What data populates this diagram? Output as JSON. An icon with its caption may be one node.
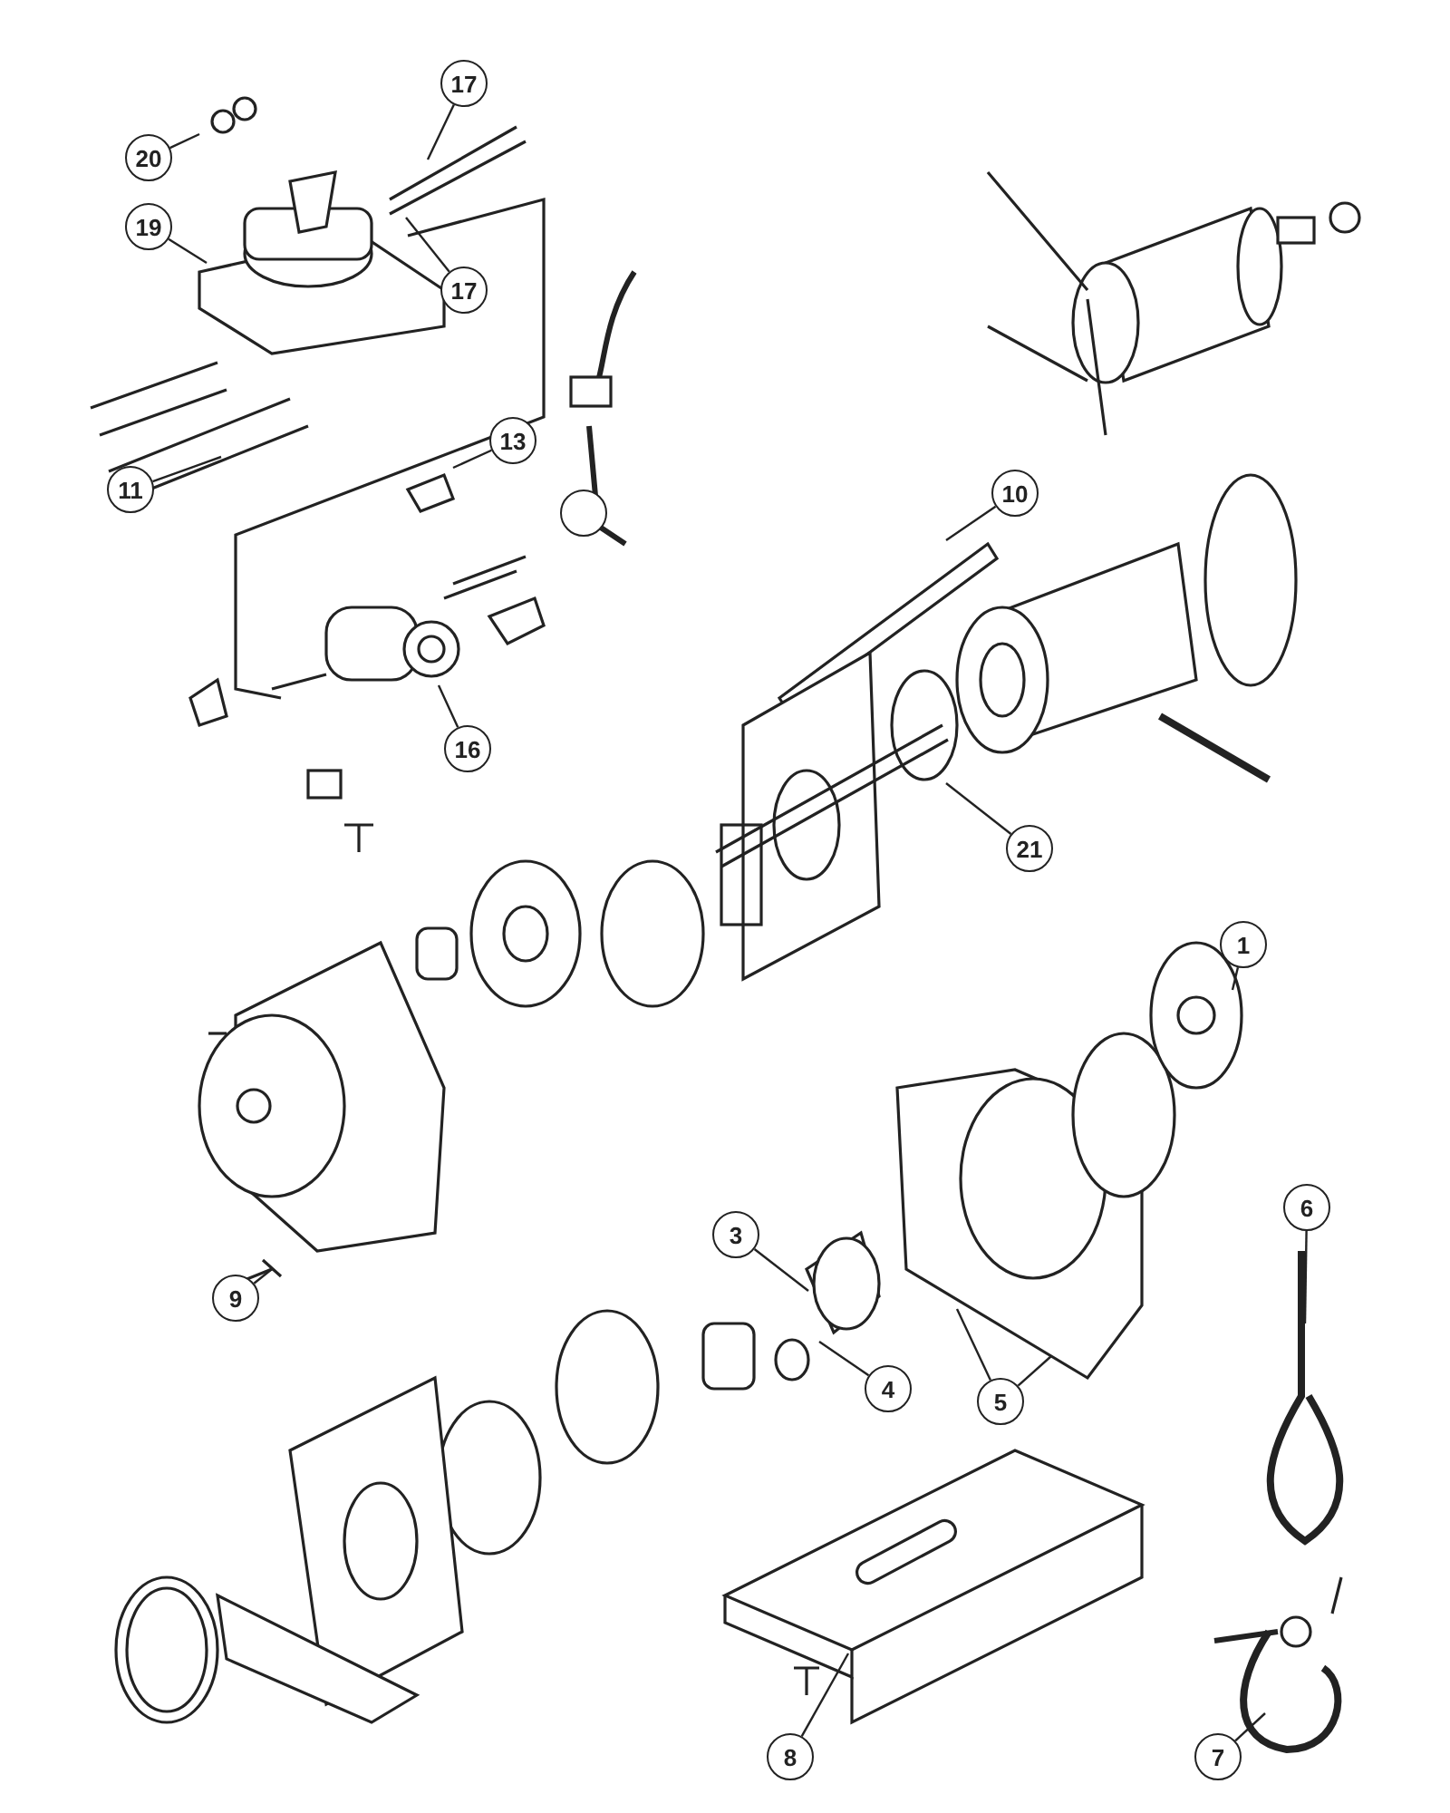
{
  "diagram": {
    "nodes": [
      {
        "text": [
          "20"
        ]
      },
      {
        "text": [
          "19"
        ]
      },
      {
        "text": [
          "17"
        ]
      },
      {
        "text": [
          "17"
        ]
      },
      {
        "text": [
          "11"
        ]
      },
      {
        "text": [
          "13"
        ]
      },
      {
        "text": [],
        "shape": "circle"
      },
      {
        "text": [
          "16"
        ]
      },
      {
        "text": [
          "10"
        ]
      },
      {
        "text": [
          "21"
        ]
      },
      {
        "text": [
          "1"
        ]
      },
      {
        "text": [
          "3"
        ]
      },
      {
        "text": [
          "4"
        ]
      },
      {
        "text": [
          "5"
        ]
      },
      {
        "text": [
          "9"
        ]
      },
      {
        "text": [
          "6"
        ]
      },
      {
        "text": [
          "8"
        ]
      },
      {
        "text": [
          "7"
        ]
      }
    ],
    "edges": [
      {
        "from": 0,
        "to": null,
        "arrow": "none"
      },
      {
        "from": 1,
        "to": null,
        "arrow": "none"
      },
      {
        "from": 2,
        "to": null,
        "arrow": "none"
      },
      {
        "from": 3,
        "to": null,
        "arrow": "none"
      },
      {
        "from": 4,
        "to": null,
        "arrow": "none"
      },
      {
        "from": 5,
        "to": null,
        "arrow": "none"
      },
      {
        "from": 7,
        "to": null,
        "arrow": "none"
      },
      {
        "from": 8,
        "to": null,
        "arrow": "none"
      },
      {
        "from": 9,
        "to": null,
        "arrow": "none"
      },
      {
        "from": 10,
        "to": null,
        "arrow": "none"
      },
      {
        "from": 11,
        "to": null,
        "arrow": "none"
      },
      {
        "from": 12,
        "to": null,
        "arrow": "none"
      },
      {
        "from": 13,
        "to": null,
        "arrow": "none"
      },
      {
        "from": 13,
        "to": null,
        "arrow": "none"
      },
      {
        "from": 14,
        "to": null,
        "arrow": "none"
      },
      {
        "from": 15,
        "to": null,
        "arrow": "none"
      },
      {
        "from": 16,
        "to": null,
        "arrow": "none"
      },
      {
        "from": 17,
        "to": null,
        "arrow": "none"
      }
    ]
  }
}
